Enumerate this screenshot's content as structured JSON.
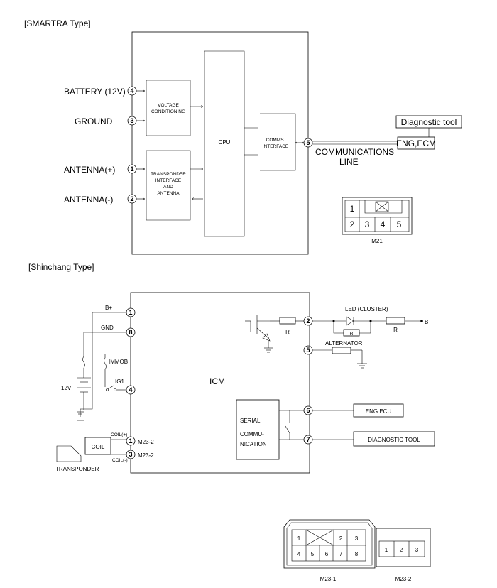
{
  "smartra": {
    "heading": "[SMARTRA Type]",
    "signals": {
      "battery": "BATTERY (12V)",
      "ground": "GROUND",
      "antenna_pos": "ANTENNA(+)",
      "antenna_neg": "ANTENNA(-)"
    },
    "pins": {
      "battery": "4",
      "ground": "3",
      "antenna_pos": "1",
      "antenna_neg": "2",
      "comms": "5"
    },
    "blocks": {
      "voltage_line1": "VOLTAGE",
      "voltage_line2": "CONDITIONING",
      "transponder_line1": "TRANSPONDER",
      "transponder_line2": "INTERFACE",
      "transponder_line3": "AND",
      "transponder_line4": "ANTENNA",
      "cpu": "CPU",
      "comms_line1": "COMMS.",
      "comms_line2": "INTERFACE"
    },
    "comms_line_1": "COMMUNICATIONS",
    "comms_line_2": "LINE",
    "diag_tool": "Diagnostic tool",
    "eng_ecm": "ENG,ECM",
    "connector": {
      "label": "M21",
      "top_cells": [
        "1"
      ],
      "bottom_cells": [
        "2",
        "3",
        "4",
        "5"
      ]
    }
  },
  "shinchang": {
    "heading": "[Shinchang Type]",
    "icm": "ICM",
    "b_plus_left": "B+",
    "gnd": "GND",
    "immob": "IMMOB",
    "ig1": "IG1",
    "v12": "12V",
    "coil": "COIL",
    "coil_pos": "COIL(+)",
    "coil_neg": "COIL(-)",
    "transponder": "TRANSPONDER",
    "m23_2_a": "M23-2",
    "m23_2_b": "M23-2",
    "pins": {
      "bplus": "1",
      "gnd": "8",
      "ig1": "4",
      "coil1": "1",
      "coil3": "3",
      "led": "2",
      "alt": "5",
      "eng": "6",
      "diag": "7"
    },
    "serial_1": "SERIAL",
    "serial_2": "COMMU-",
    "serial_3": "NICATION",
    "r_left": "R",
    "r_mid": "R",
    "r_right": "R",
    "led_cluster": "LED (CLUSTER)",
    "b_plus_right": "B+",
    "alternator": "ALTERNATOR",
    "eng_ecu": "ENG.ECU",
    "diagnostic_tool": "DIAGNOSTIC TOOL",
    "connector_m23_1": {
      "label": "M23-1",
      "top": [
        "1",
        "2",
        "3"
      ],
      "bottom": [
        "4",
        "5",
        "6",
        "7",
        "8"
      ]
    },
    "connector_m23_2": {
      "label": "M23-2",
      "cells": [
        "1",
        "2",
        "3"
      ]
    }
  }
}
